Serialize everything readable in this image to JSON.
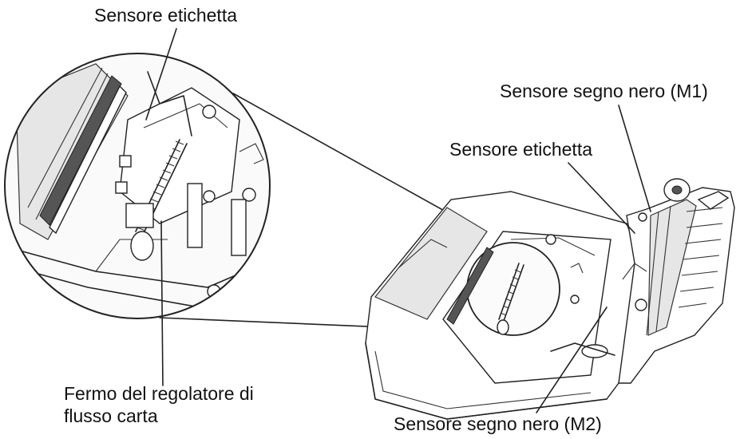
{
  "labels": {
    "sensore_etichetta_top": "Sensore etichetta",
    "sensore_segno_nero_m1": "Sensore segno nero (M1)",
    "sensore_etichetta_right": "Sensore etichetta",
    "fermo_line1": "Fermo del regolatore di",
    "fermo_line2": "flusso carta",
    "sensore_segno_nero_m2": "Sensore segno nero (M2)"
  }
}
